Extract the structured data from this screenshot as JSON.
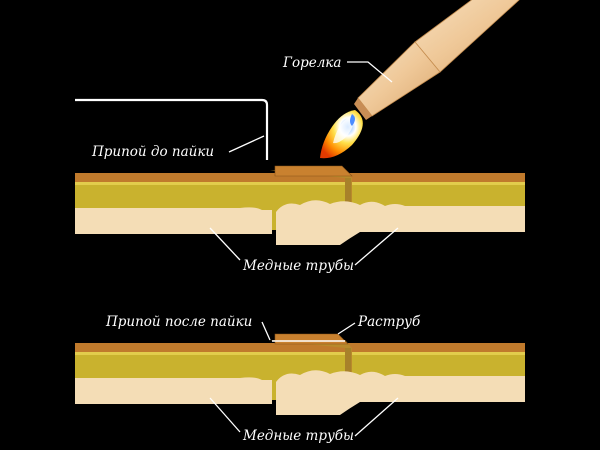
{
  "labels": {
    "torch": "Горелка",
    "solder_before": "Припой до пайки",
    "pipes_top": "Медные трубы",
    "solder_after": "Припой после пайки",
    "socket": "Раструб",
    "pipes_bottom": "Медные трубы"
  },
  "colors": {
    "background": "#000000",
    "copper_dark": "#c07a2c",
    "copper_mid": "#d8a055",
    "brass": "#c9b22e",
    "pipe_light": "#f4ddb6",
    "torch_body": "#f3d2a4",
    "flame_outer": "#ff7a00",
    "flame_inner": "#5aa0ff",
    "label_text": "#ffffff"
  }
}
